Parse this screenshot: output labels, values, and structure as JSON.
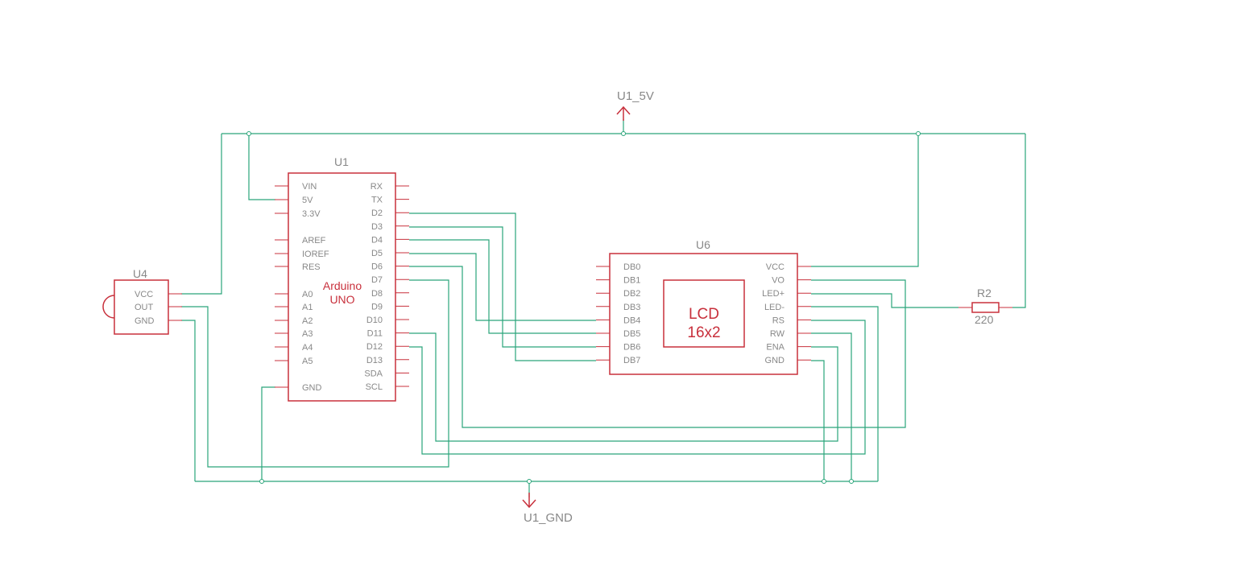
{
  "nets": {
    "vcc": "U1_5V",
    "gnd": "U1_GND"
  },
  "arduino": {
    "ref": "U1",
    "name_line1": "Arduino",
    "name_line2": "UNO",
    "left_pins": [
      "VIN",
      "5V",
      "3.3V",
      "AREF",
      "IOREF",
      "RES",
      "A0",
      "A1",
      "A2",
      "A3",
      "A4",
      "A5",
      "GND"
    ],
    "right_pins": [
      "RX",
      "TX",
      "D2",
      "D3",
      "D4",
      "D5",
      "D6",
      "D7",
      "D8",
      "D9",
      "D10",
      "D11",
      "D12",
      "D13",
      "SDA",
      "SCL"
    ]
  },
  "lcd": {
    "ref": "U6",
    "name_line1": "LCD",
    "name_line2": "16x2",
    "left_pins": [
      "DB0",
      "DB1",
      "DB2",
      "DB3",
      "DB4",
      "DB5",
      "DB6",
      "DB7"
    ],
    "right_pins": [
      "VCC",
      "VO",
      "LED+",
      "LED-",
      "RS",
      "RW",
      "ENA",
      "GND"
    ]
  },
  "sensor": {
    "ref": "U4",
    "pins": [
      "VCC",
      "OUT",
      "GND"
    ]
  },
  "resistor": {
    "ref": "R2",
    "value": "220"
  },
  "colors": {
    "part": "#c8303c",
    "wire": "#2aa57a",
    "text": "#888888"
  }
}
